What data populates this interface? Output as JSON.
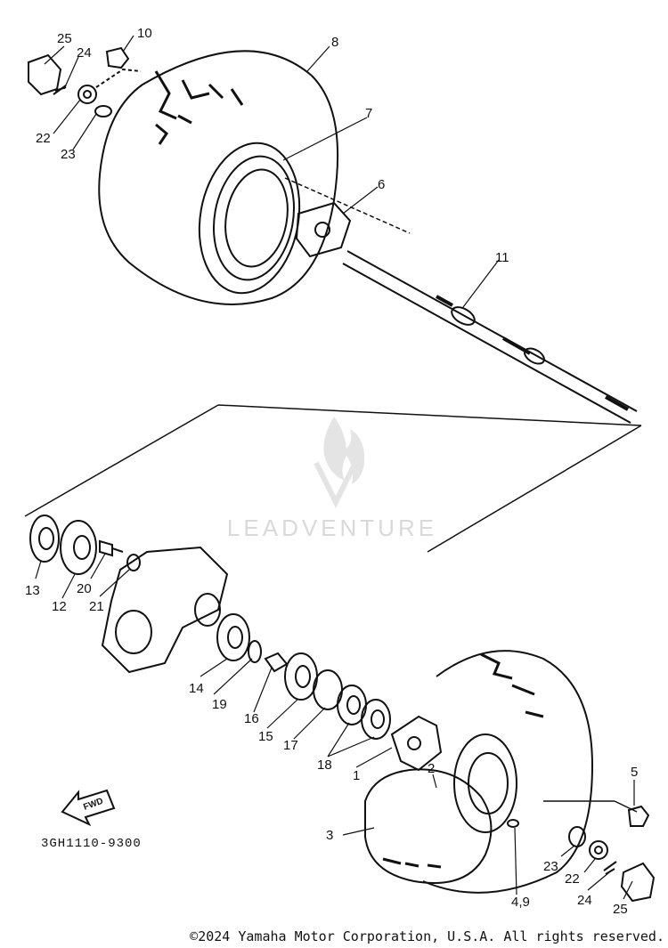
{
  "diagram": {
    "reference_code": "3GH1110-9300",
    "fwd_label": "FWD",
    "watermark": "LEADVENTURE",
    "copyright": "©2024 Yamaha Motor Corporation, U.S.A. All rights reserved.",
    "callouts": {
      "c25a": "25",
      "c24a": "24",
      "c10": "10",
      "c8": "8",
      "c22a": "22",
      "c23a": "23",
      "c7": "7",
      "c6": "6",
      "c11": "11",
      "c13": "13",
      "c12": "12",
      "c20": "20",
      "c21": "21",
      "c14": "14",
      "c19": "19",
      "c16": "16",
      "c15": "15",
      "c17": "17",
      "c18": "18",
      "c1": "1",
      "c2": "2",
      "c3": "3",
      "c5": "5",
      "c23b": "23",
      "c22b": "22",
      "c24b": "24",
      "c25b": "25",
      "c49": "4,9"
    }
  }
}
